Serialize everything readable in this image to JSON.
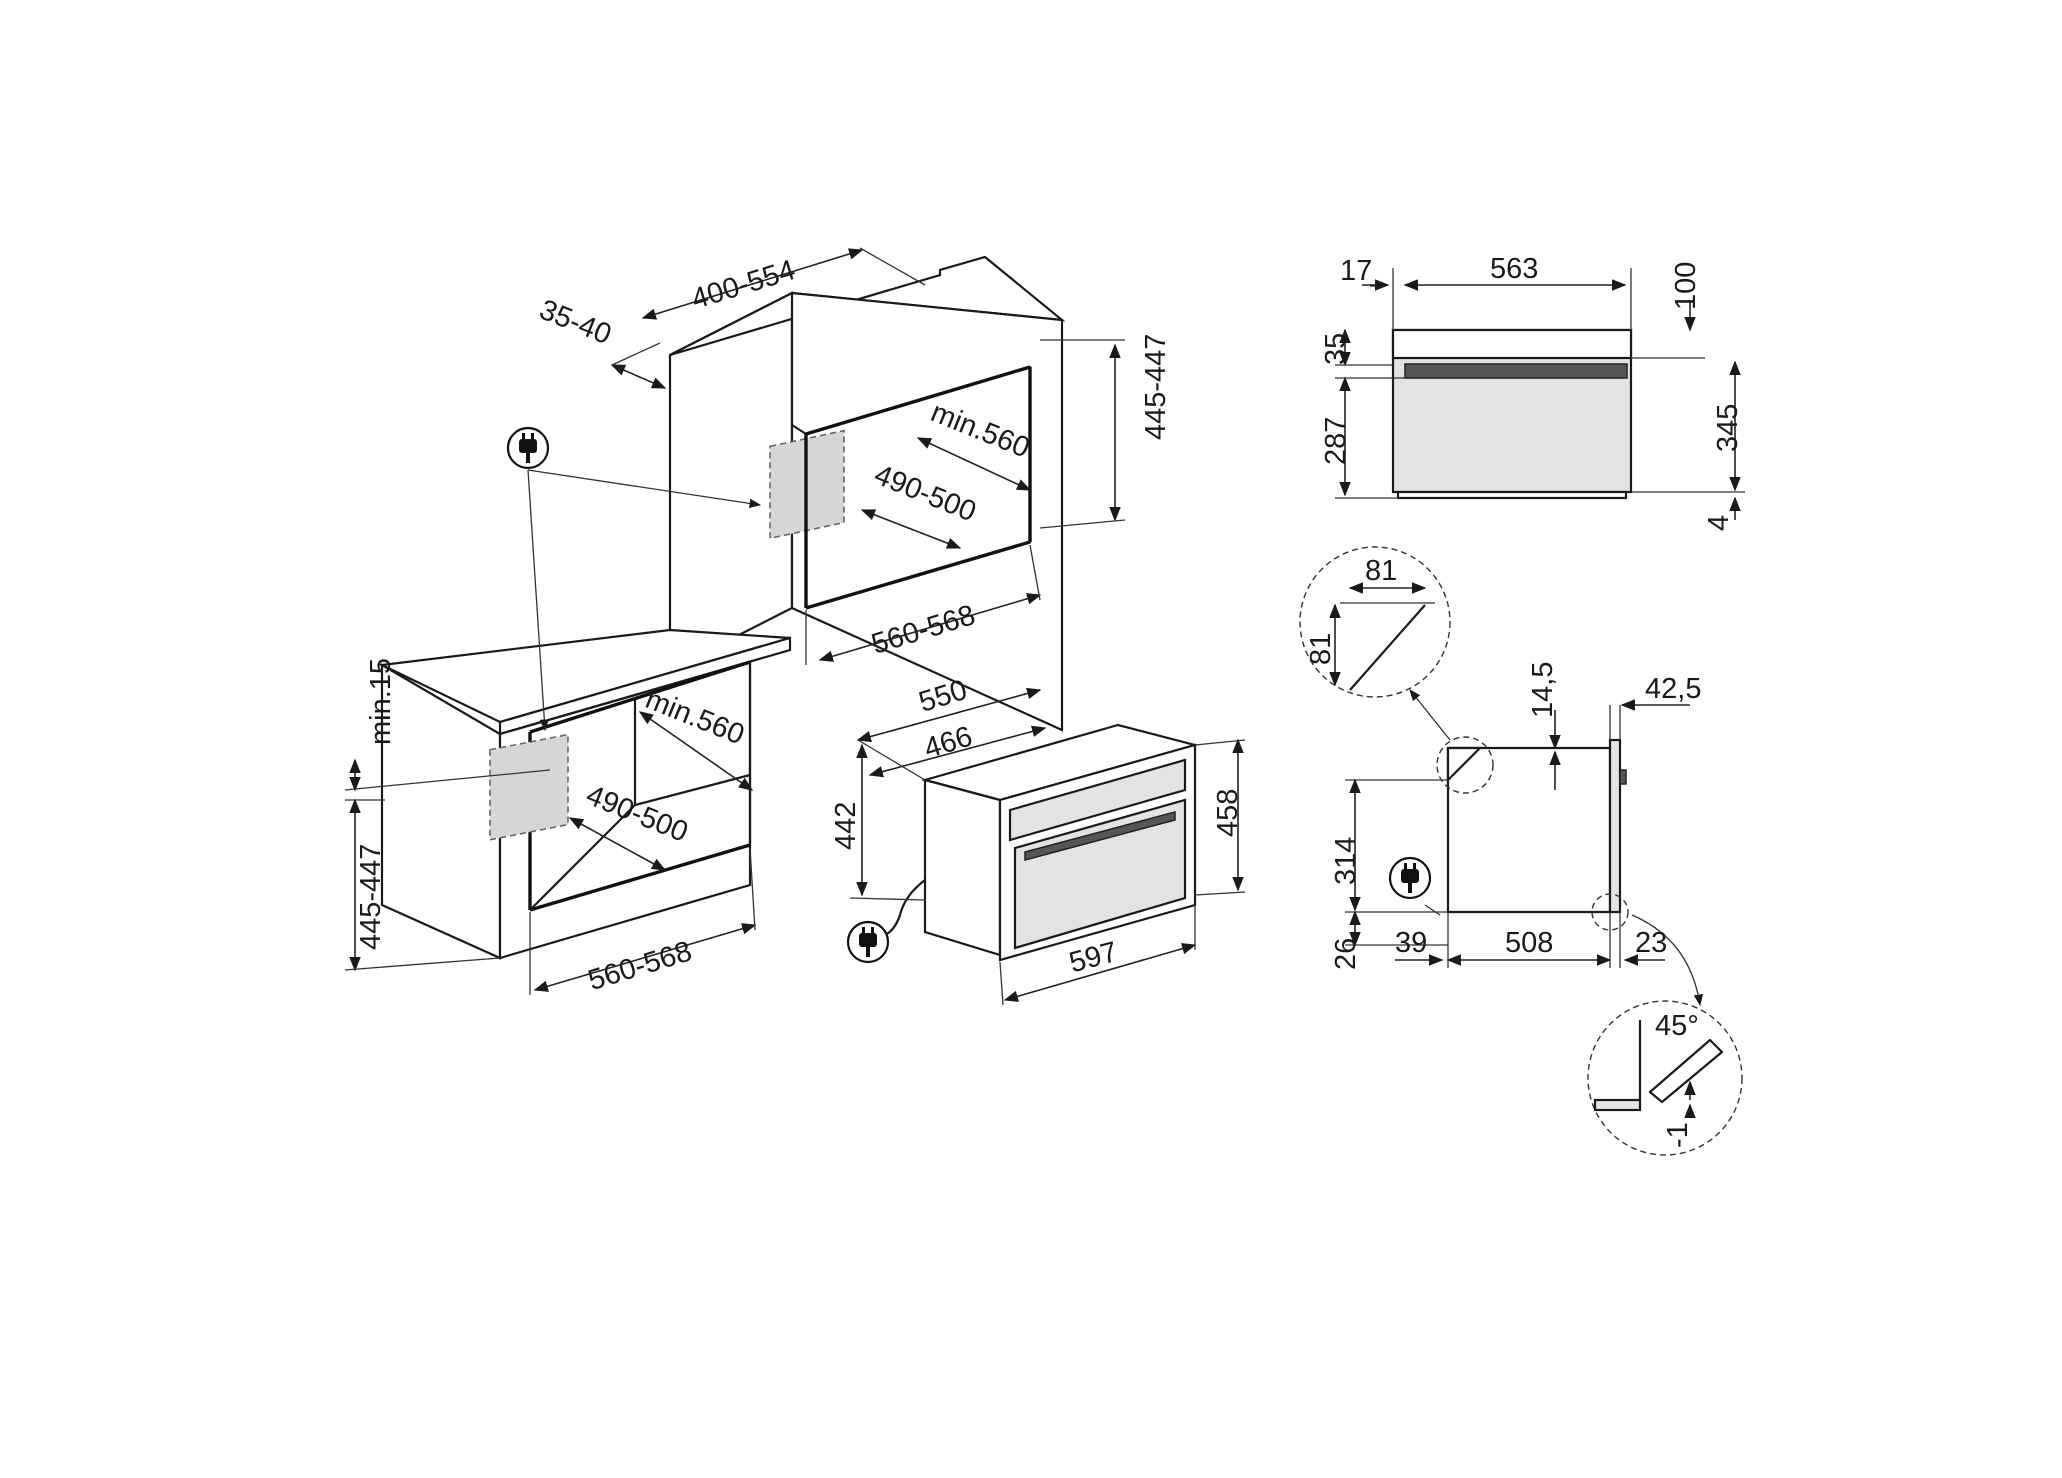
{
  "labels": {
    "top_depth": "400-554",
    "top_gap": "35-40",
    "upper_height": "445-447",
    "upper_min_depth": "min.560",
    "upper_depth": "490-500",
    "upper_width": "560-568",
    "lower_min_gap": "min.15",
    "lower_height": "445-447",
    "lower_min_depth": "min.560",
    "lower_depth": "490-500",
    "lower_width": "560-568",
    "oven_depth_total": "550",
    "oven_depth_body": "466",
    "oven_height_body": "442",
    "oven_height_front": "458",
    "oven_width": "597",
    "front_left_margin": "17",
    "front_width": "563",
    "front_top_gap": "100",
    "front_panel": "35",
    "front_window": "287",
    "front_height": "345",
    "front_bottom": "4",
    "detail_a_w": "81",
    "detail_a_h": "81",
    "side_top": "14,5",
    "side_door": "42,5",
    "side_height": "314",
    "side_base": "26",
    "side_left": "39",
    "side_depth": "508",
    "side_front": "23",
    "detail_b_angle": "45°",
    "detail_b_gap": "-1"
  },
  "icons": [
    "plug-icon",
    "plug-icon",
    "plug-icon"
  ]
}
